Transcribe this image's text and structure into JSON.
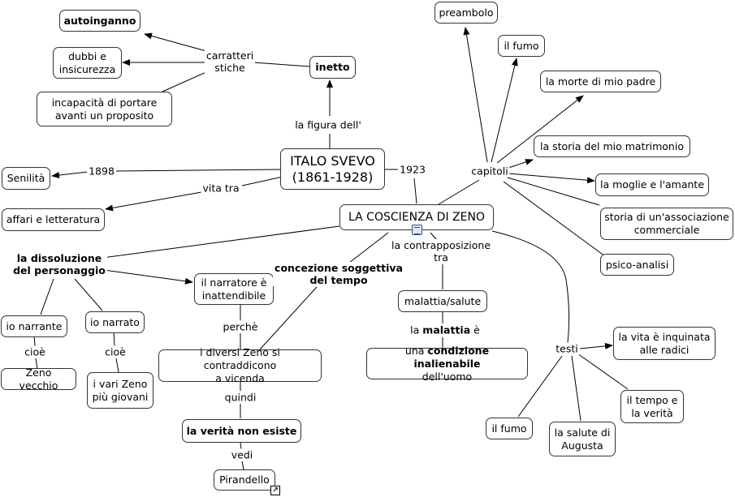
{
  "nodes": {
    "autoinganno": "autoinganno",
    "dubbi_1": "dubbi e",
    "dubbi_2": "insicurezza",
    "incapacita_1": "incapacità di portare",
    "incapacita_2": "avanti un proposito",
    "inetto": "inetto",
    "italo_svevo_1": "ITALO SVEVO",
    "italo_svevo_2": "(1861-1928)",
    "senilita": "Senilità",
    "affari": "affari e letteratura",
    "coscienza": "LA COSCIENZA DI ZENO",
    "preambolo": "preambolo",
    "il_fumo_cap": "il fumo",
    "morte_padre": "la morte di mio padre",
    "matrimonio": "la storia del mio matrimonio",
    "moglie_amante": "la moglie e l'amante",
    "associazione_1": "storia di un'associazione",
    "associazione_2": "commerciale",
    "psico": "psico-analisi",
    "narratore_1": "il narratore è",
    "narratore_2": "inattendibile",
    "io_narrante": "io narrante",
    "zeno_vecchio": "Zeno vecchio",
    "io_narrato": "io narrato",
    "vari_zeno_1": "i vari Zeno",
    "vari_zeno_2": "più giovani",
    "diversi_zeno_1": "i diversi Zeno si contraddicono",
    "diversi_zeno_2": "a vicenda",
    "verita": "la verità non esiste",
    "pirandello": "Pirandello",
    "malattia_salute": "malattia/salute",
    "condizione_pre": "una ",
    "condizione_bold": "condizione inalienabile",
    "condizione_2": "dell'uomo",
    "vita_inquinata_1": "la vita è inquinata",
    "vita_inquinata_2": "alle radici",
    "tempo_verita_1": "il tempo e",
    "tempo_verita_2": "la verità",
    "fumo_testi": "il fumo",
    "salute_augusta_1": "la salute di",
    "salute_augusta_2": "Augusta"
  },
  "labels": {
    "carratteri_1": "carratteri",
    "carratteri_2": "stiche",
    "figura": "la figura dell'",
    "year_1898": "1898",
    "year_1923": "1923",
    "vita_tra": "vita tra",
    "capitoli": "capitoli",
    "dissoluzione_1": "la dissoluzione",
    "dissoluzione_2": "del personaggio",
    "concezione_1": "concezione soggettiva",
    "concezione_2": "del tempo",
    "contrapposizione_1": "la contrapposizione",
    "contrapposizione_2": "tra",
    "cioe_1": "cioè",
    "cioe_2": "cioè",
    "perche": "perchè",
    "quindi": "quindi",
    "vedi": "vedi",
    "malattia_pre": "la ",
    "malattia_bold": "malattia",
    "malattia_post": " è",
    "testi": "testi"
  },
  "icons": {
    "document": "document-icon",
    "link": "link-arrow-icon"
  }
}
